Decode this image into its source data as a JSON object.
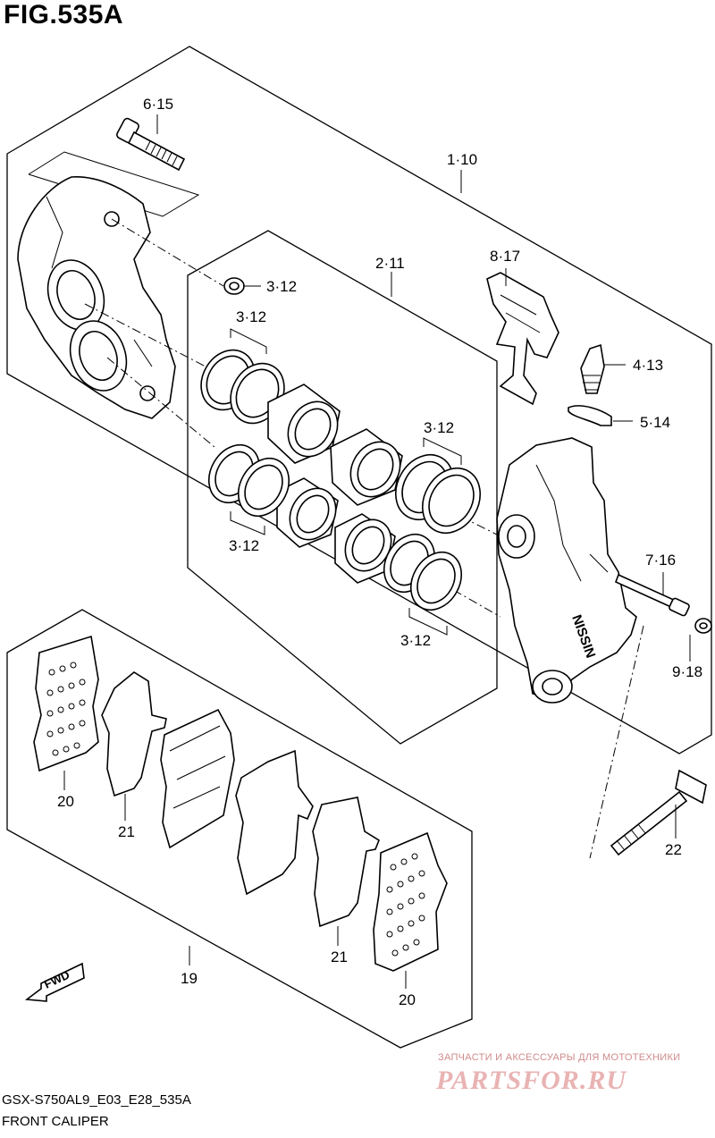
{
  "figure": {
    "title": "FIG.535A"
  },
  "callouts": {
    "c1": "1·10",
    "c2": "2·11",
    "c3a": "3·12",
    "c3b": "3·12",
    "c3c": "3·12",
    "c3d": "3·12",
    "c3e": "3·12",
    "c4": "4·13",
    "c5": "5·14",
    "c6": "6·15",
    "c7": "7·16",
    "c8": "8·17",
    "c9": "9·18",
    "c19": "19",
    "c20a": "20",
    "c20b": "20",
    "c21a": "21",
    "c21b": "21",
    "c22": "22"
  },
  "fwd_label": "FWD",
  "caliper_brand": "NISSIN",
  "footer": {
    "model_code": "GSX-S750AL9_E03_E28_535A",
    "section_name": "FRONT CALIPER"
  },
  "watermark": {
    "tagline": "ЗАПЧАСТИ И АКСЕССУАРЫ ДЛЯ МОТОТЕХНИКИ",
    "logo": "PARTSFOR.RU"
  }
}
